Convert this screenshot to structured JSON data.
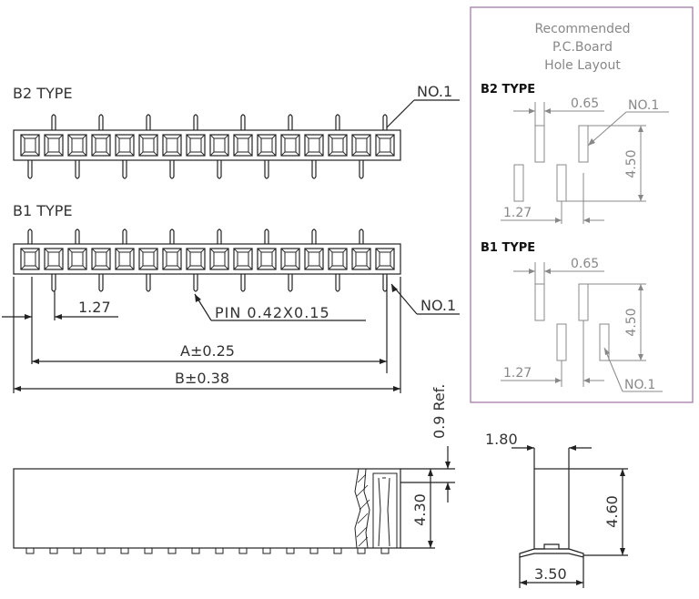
{
  "labels": {
    "b2_type": "B2 TYPE",
    "b1_type": "B1 TYPE",
    "no1": "NO.1",
    "pitch": "1.27",
    "pin": "PIN 0.42X0.15",
    "dim_a": "A±0.25",
    "dim_b": "B±0.38",
    "ref": "0.9 Ref.",
    "height_body": "4.30",
    "width_side": "1.80",
    "height_side": "4.60",
    "foot_side": "3.50"
  },
  "pcb": {
    "title_1": "Recommended",
    "title_2": "P.C.Board",
    "title_3": "Hole Layout",
    "b2_type": "B2 TYPE",
    "b1_type": "B1 TYPE",
    "gap": "0.65",
    "no1": "NO.1",
    "pitch": "1.27",
    "height": "4.50"
  },
  "colors": {
    "line": "#222222",
    "gray": "#888888",
    "frame": "#a070a0"
  },
  "pin_count": 16
}
